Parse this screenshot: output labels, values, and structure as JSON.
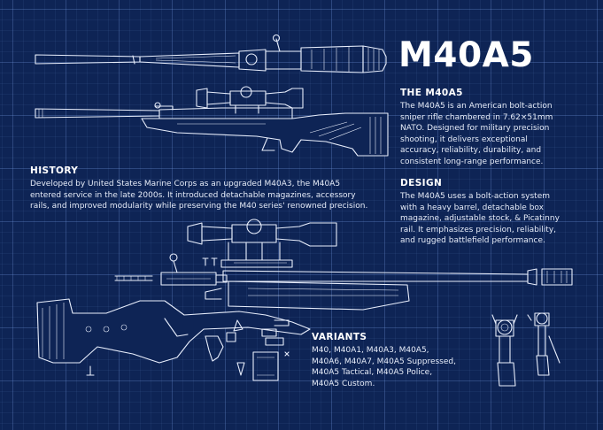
{
  "title": "M40A5",
  "sections": {
    "about": {
      "heading": "THE M40A5",
      "lines": [
        "The M40A5 is an American bolt-action",
        "sniper rifle chambered in 7.62×51mm",
        "NATO. Designed for military precision",
        "shooting, it delivers exceptional",
        "accuracy, reliability, durability, and",
        "consistent long-range performance."
      ]
    },
    "history": {
      "heading": "HISTORY",
      "lines": [
        "Developed by United States Marine Corps as an upgraded M40A3, the M40A5",
        "entered service in the late 2000s. It introduced detachable magazines, accessory",
        "rails, and improved modularity while preserving the M40 series' renowned precision."
      ]
    },
    "design": {
      "heading": "DESIGN",
      "lines": [
        "The M40A5 uses a bolt-action system",
        "with a heavy barrel, detachable box",
        "magazine, adjustable stock, & Picatinny",
        "rail. It emphasizes precision, reliability,",
        "and rugged battlefield performance."
      ]
    },
    "variants": {
      "heading": "VARIANTS",
      "lines": [
        "M40, M40A1, M40A3, M40A5,",
        "M40A6, M40A7, M40A5 Suppressed,",
        "M40A5 Tactical, M40A5 Police,",
        "M40A5 Custom."
      ]
    }
  },
  "colors": {
    "background": "#0e2455",
    "line": "#e8eefc",
    "text": "#ffffff"
  }
}
